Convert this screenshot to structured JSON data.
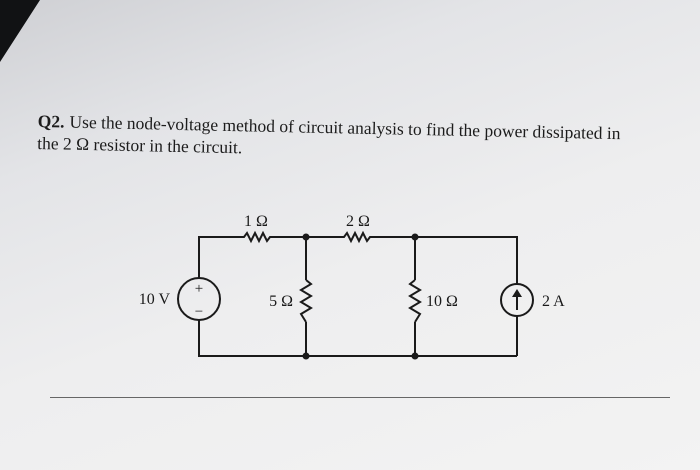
{
  "question": {
    "number": "Q2.",
    "line1": "Use the node-voltage method of circuit analysis to find the power dissipated in",
    "line2": "the 2 Ω resistor in the circuit."
  },
  "circuit": {
    "r1_label": "1 Ω",
    "r2_label": "2 Ω",
    "r3_label": "5 Ω",
    "r4_label": "10 Ω",
    "voltage_source_label": "10 V",
    "current_source_label": "2 A",
    "plus_sign": "+",
    "minus_sign": "−"
  }
}
